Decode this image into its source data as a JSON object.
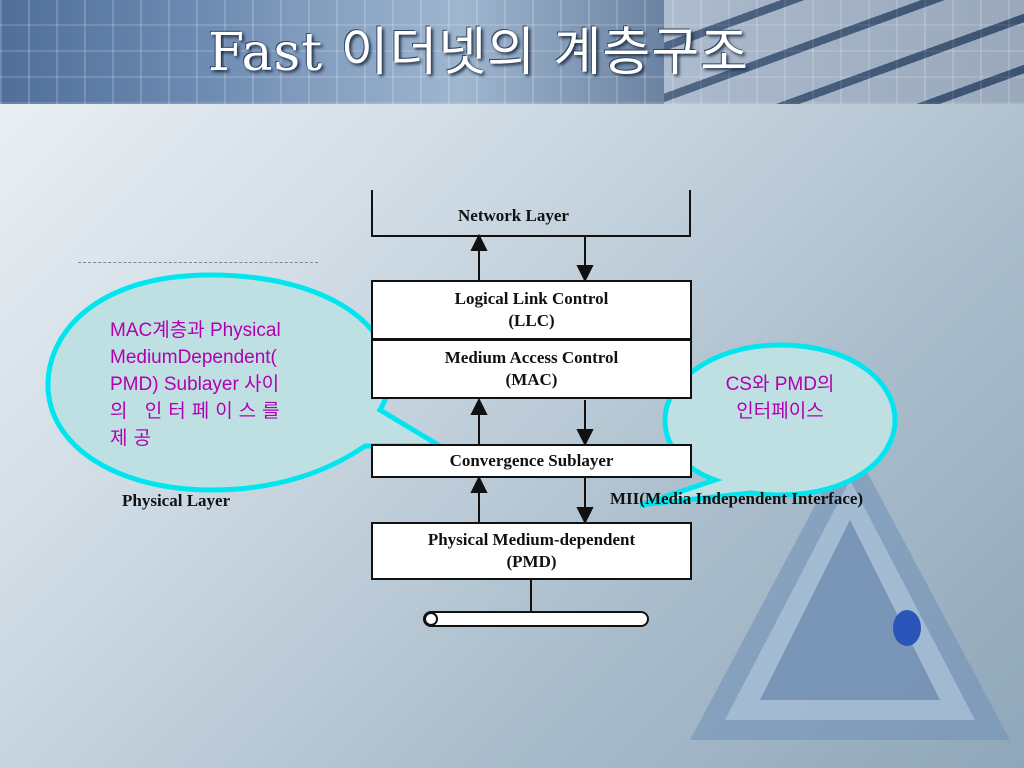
{
  "title": "Fast 이더넷의 계층구조",
  "diagram": {
    "network_layer": "Network Layer",
    "llc": [
      "Logical Link Control",
      "(LLC)"
    ],
    "mac": [
      "Medium Access Control",
      "(MAC)"
    ],
    "convergence": "Convergence Sublayer",
    "pmd": [
      "Physical Medium-dependent",
      "(PMD)"
    ],
    "physical_layer_label": "Physical Layer",
    "mii_label": "MII(Media Independent Interface)"
  },
  "callouts": {
    "left": [
      "MAC계층과 Physical",
      "MediumDependent(",
      "PMD) Sublayer 사이",
      "의 인터페이스를",
      "제공"
    ],
    "right": [
      "CS와 PMD의",
      "인터페이스"
    ]
  },
  "colors": {
    "callout_border": "#00e5ee",
    "callout_fill": "#bfe0e2",
    "callout_text": "#b000b0"
  }
}
